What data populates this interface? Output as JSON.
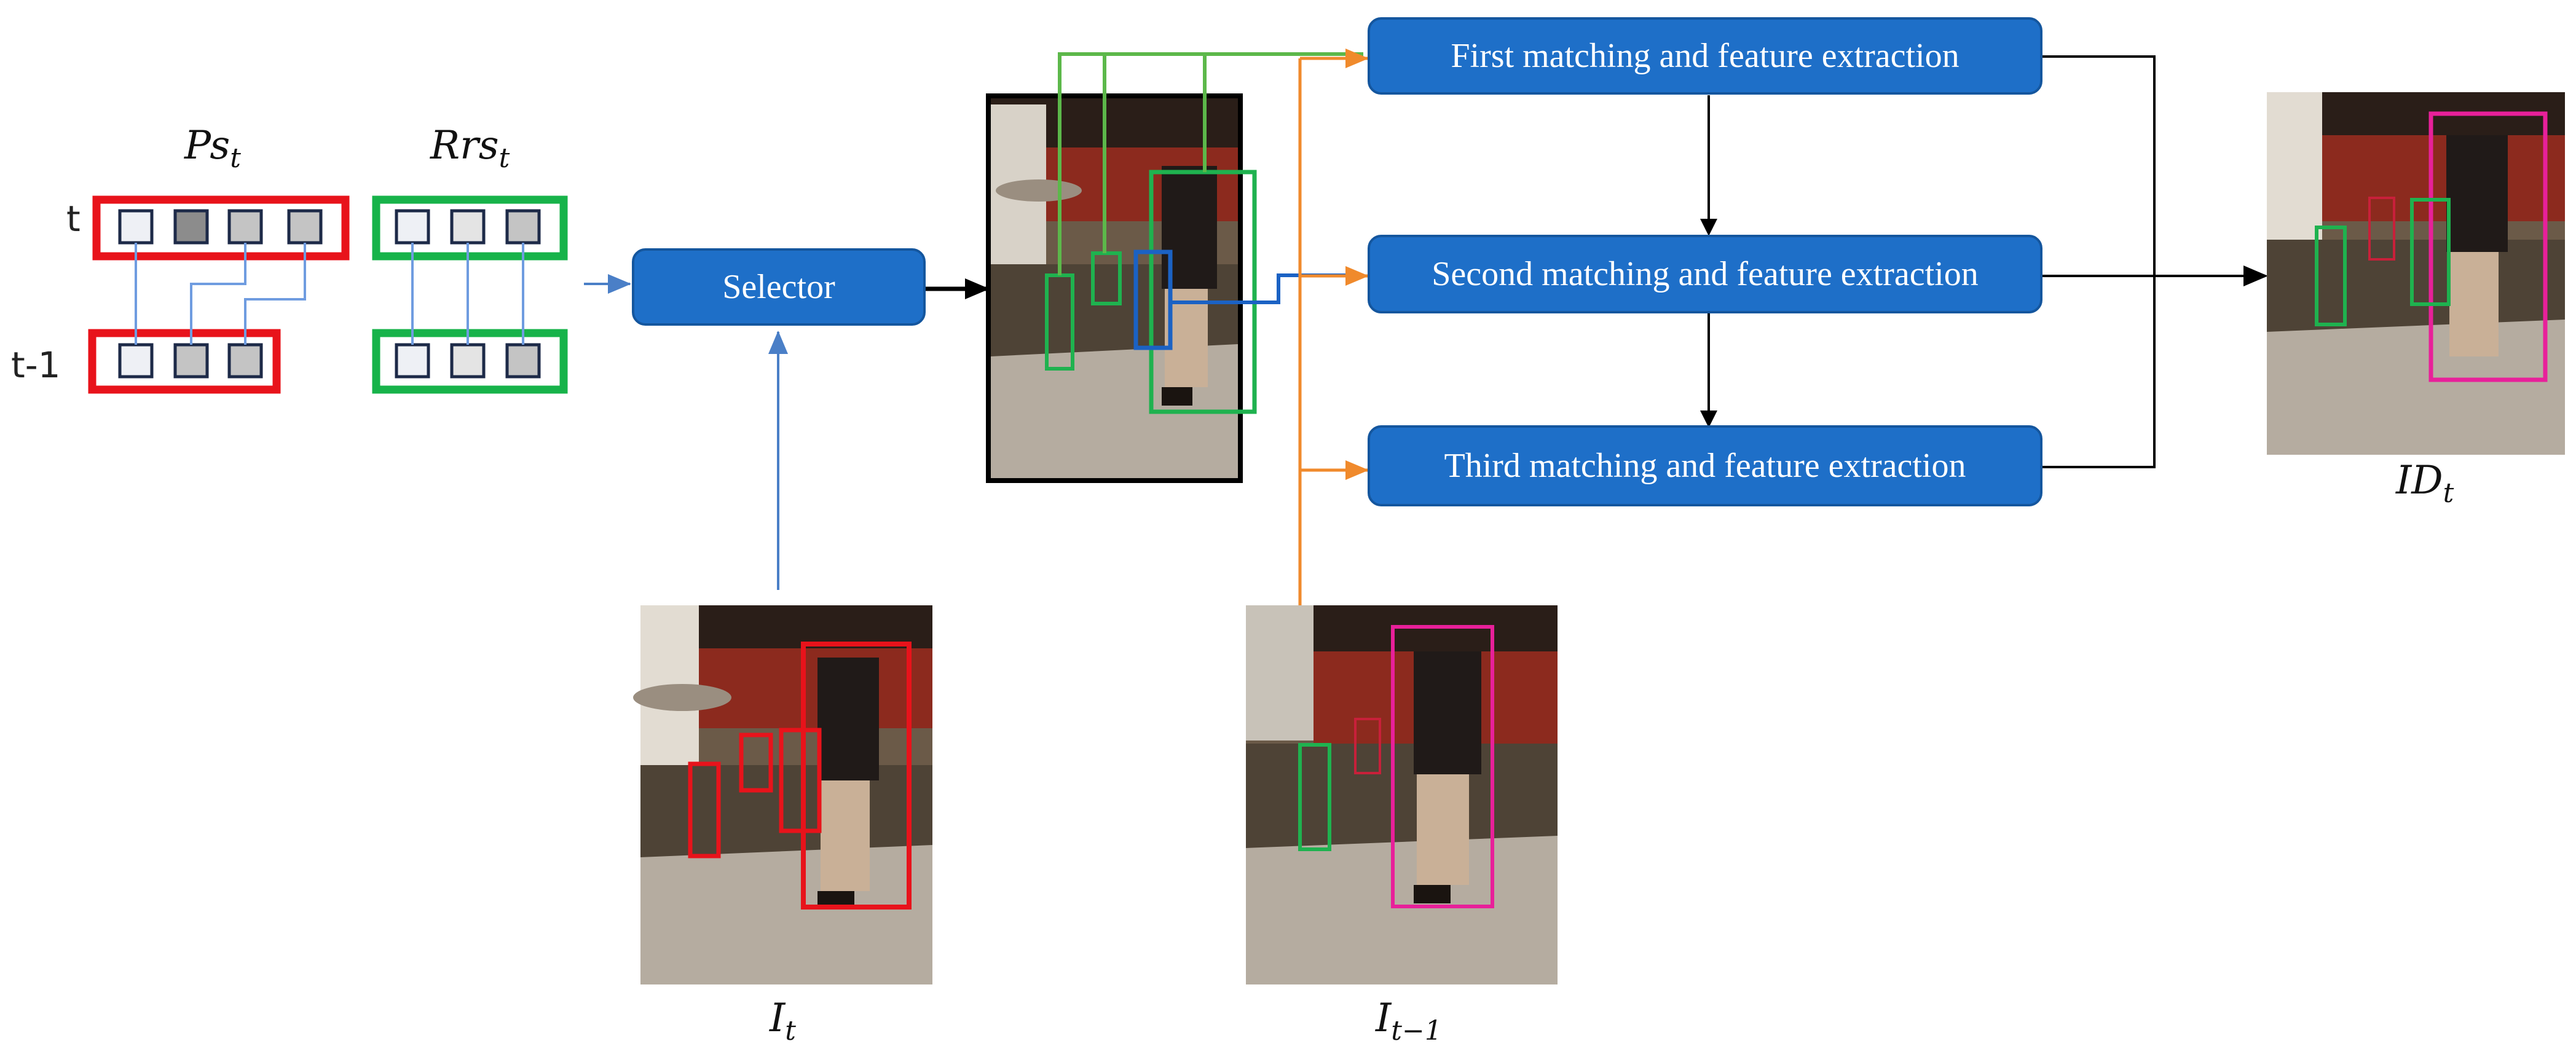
{
  "labels": {
    "ps": {
      "main": "Ps",
      "sub": "t"
    },
    "rrs": {
      "main": "Rrs",
      "sub": "t"
    },
    "it": {
      "main": "I",
      "sub": "t"
    },
    "it1": {
      "main": "I",
      "sub": "t−1"
    },
    "idt": {
      "main": "ID",
      "sub": "t"
    },
    "row_t": "t",
    "row_t1": "t-1"
  },
  "boxes": {
    "selector": "Selector",
    "first": "First matching and feature extraction",
    "second": "Second matching and feature extraction",
    "third": "Third matching and feature extraction"
  },
  "colors": {
    "ps_outline": "#e8131b",
    "rrs_outline": "#17b34a",
    "box_fill": "#1e6fc8",
    "link_blue": "#5b8fd6",
    "feed_orange": "#f08a2c",
    "feed_green": "#5cb84a",
    "box_pink": "#e8209a"
  },
  "cells": {
    "ps_t": [
      "white",
      "dark",
      "gray",
      "gray"
    ],
    "ps_t1": [
      "white",
      "gray",
      "gray"
    ],
    "rrs_t": [
      "white",
      "light",
      "gray"
    ],
    "rrs_t1": [
      "white",
      "light",
      "gray"
    ]
  }
}
